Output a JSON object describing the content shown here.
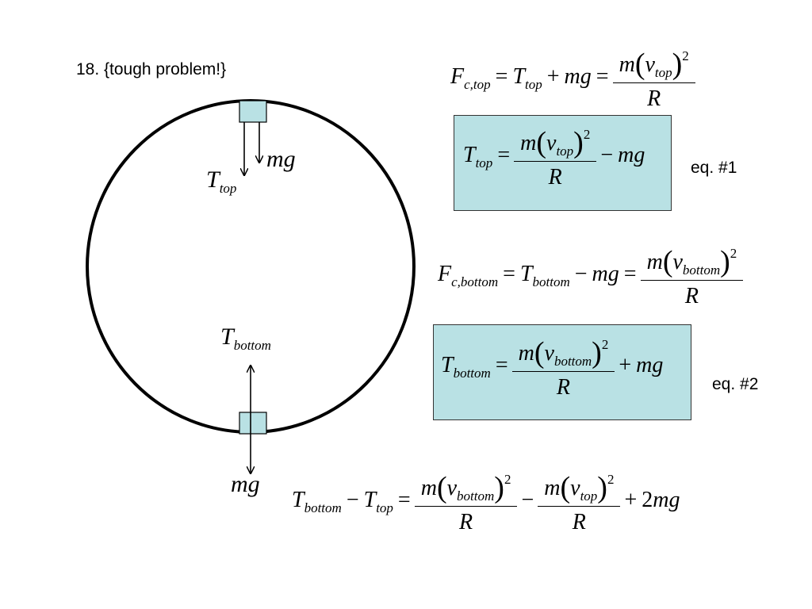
{
  "problem_title": "18. {tough problem!}",
  "diagram": {
    "top_tension_label": "T",
    "top_tension_sub": "top",
    "top_weight_label": "mg",
    "bottom_tension_label": "T",
    "bottom_tension_sub": "bottom",
    "bottom_weight_label": "mg",
    "block_color": "#b9e1e4"
  },
  "equations": {
    "eq1_label": "eq. #1",
    "eq2_label": "eq. #2",
    "box_color": "#b9e1e4"
  }
}
